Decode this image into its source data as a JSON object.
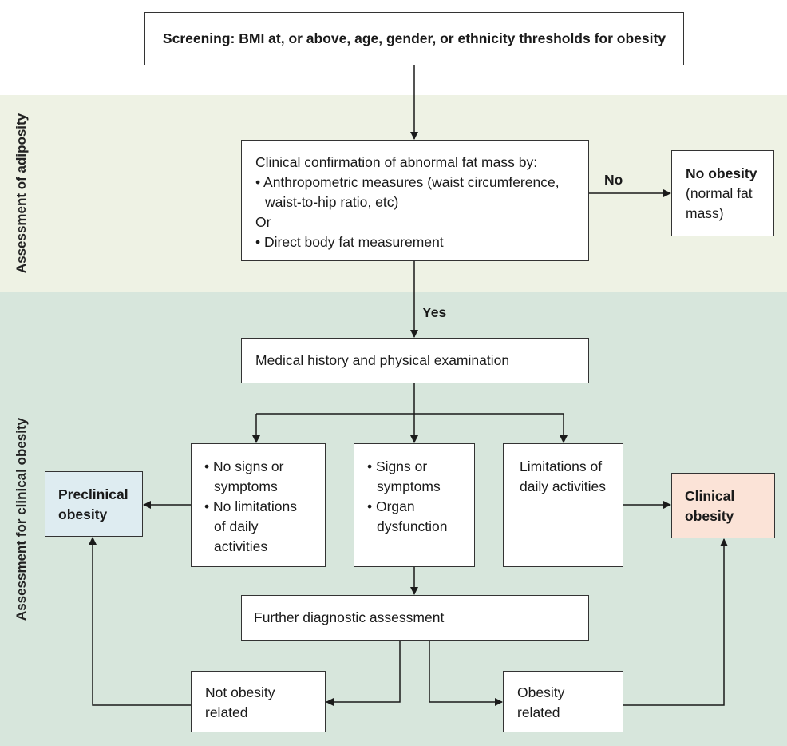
{
  "sections": {
    "adiposity": "Assessment of adiposity",
    "clinical": "Assessment for clinical obesity"
  },
  "nodes": {
    "screening": "Screening: BMI at, or above, age, gender, or ethnicity thresholds for obesity",
    "confirmation": {
      "heading": "Clinical confirmation of abnormal fat mass by:",
      "bullet1_line1": "• Anthropometric measures (waist circumference,",
      "bullet1_line2": "waist-to-hip ratio, etc)",
      "or": "Or",
      "bullet2": "• Direct body fat measurement"
    },
    "no_obesity": {
      "title": "No obesity",
      "line1": "(normal fat",
      "line2": "mass)"
    },
    "history": "Medical history and physical examination",
    "no_signs": {
      "line1": "• No signs or",
      "line2": "symptoms",
      "line3": "• No limitations",
      "line4": "of daily",
      "line5": "activities"
    },
    "signs": {
      "line1": "• Signs or",
      "line2": "symptoms",
      "line3": "• Organ",
      "line4": "dysfunction"
    },
    "limitations": {
      "line1": "Limitations of",
      "line2": "daily activities"
    },
    "preclinical": {
      "line1": "Preclinical",
      "line2": "obesity"
    },
    "clinical": {
      "line1": "Clinical",
      "line2": "obesity"
    },
    "diagnostic": "Further diagnostic assessment",
    "not_related": {
      "line1": "Not obesity",
      "line2": "related"
    },
    "related": {
      "line1": "Obesity",
      "line2": "related"
    }
  },
  "edges": {
    "no": "No",
    "yes": "Yes"
  },
  "colors": {
    "adiposity_band": "#eef2e4",
    "clinical_band": "#d7e6dc",
    "preclinical_fill": "#deecf1",
    "clinical_fill": "#fbe3d7",
    "line": "#1a1a1a"
  }
}
